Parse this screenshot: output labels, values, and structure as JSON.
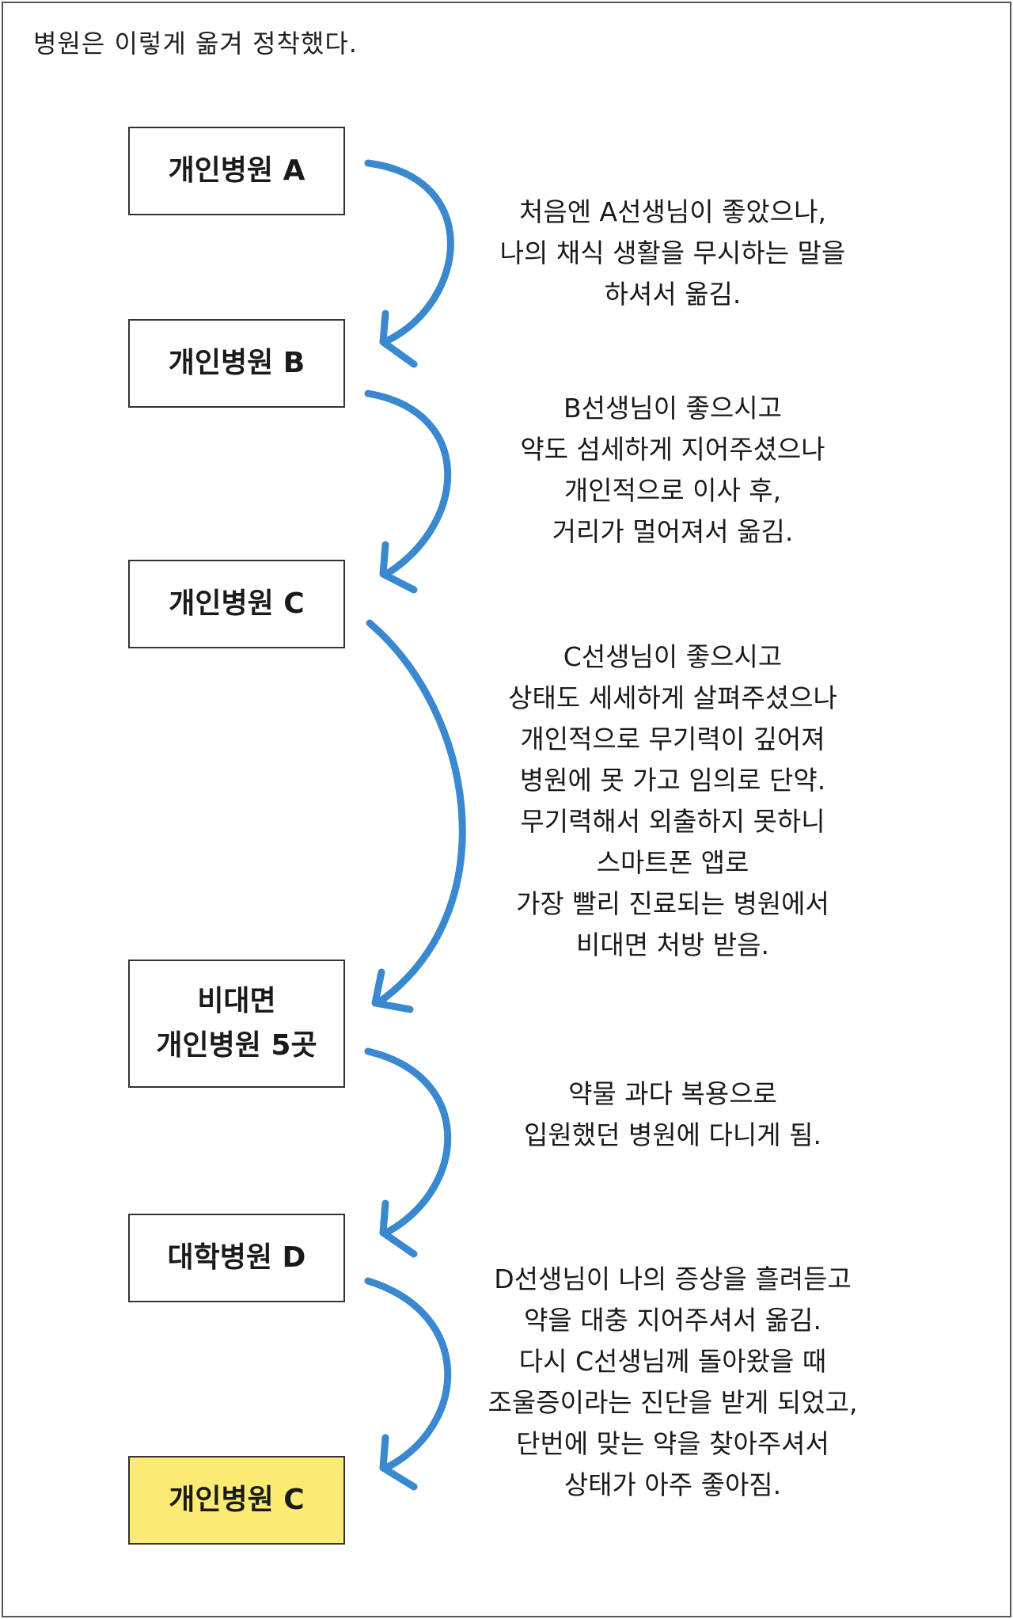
{
  "title": "병원은 이렇게 옮겨 정착했다.",
  "boxes": [
    {
      "lines": [
        "개인병원 A"
      ],
      "highlight": false
    },
    {
      "lines": [
        "개인병원 B"
      ],
      "highlight": false
    },
    {
      "lines": [
        "개인병원 C"
      ],
      "highlight": false
    },
    {
      "lines": [
        "비대면",
        "개인병원 5곳"
      ],
      "highlight": false
    },
    {
      "lines": [
        "대학병원 D"
      ],
      "highlight": false
    },
    {
      "lines": [
        "개인병원 C"
      ],
      "highlight": true
    }
  ],
  "notes": [
    {
      "lines": [
        "처음엔 A선생님이 좋았으나,",
        "나의 채식 생활을 무시하는 말을",
        "하셔서 옮김."
      ]
    },
    {
      "lines": [
        "B선생님이 좋으시고",
        "약도 섬세하게 지어주셨으나",
        "개인적으로 이사 후,",
        "거리가 멀어져서 옮김."
      ]
    },
    {
      "lines": [
        "C선생님이 좋으시고",
        "상태도 세세하게 살펴주셨으나",
        "개인적으로 무기력이 깊어져",
        "병원에 못 가고 임의로 단약.",
        "무기력해서 외출하지 못하니",
        "스마트폰 앱로",
        "가장 빨리 진료되는 병원에서",
        "비대면 처방 받음."
      ]
    },
    {
      "lines": [
        "약물 과다 복용으로",
        "입원했던 병원에 다니게 됨."
      ]
    },
    {
      "lines": [
        "D선생님이 나의 증상을 흘려듣고",
        "약을 대충 지어주셔서 옮김.",
        "다시 C선생님께 돌아왔을 때",
        "조울증이라는 진단을 받게 되었고,",
        "단번에 맞는 약을 찾아주셔서",
        "상태가 아주 좋아짐."
      ]
    }
  ],
  "colors": {
    "arrow": "#3a88cf",
    "highlight": "#fbeb73",
    "border": "#333333"
  }
}
